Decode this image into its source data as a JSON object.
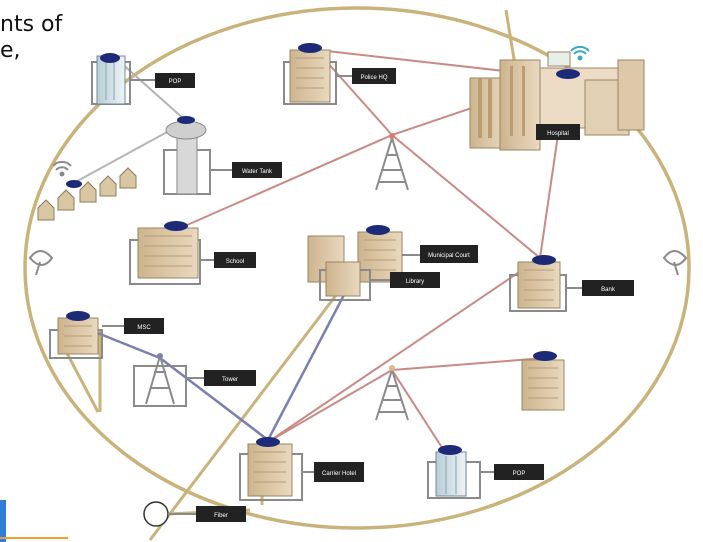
{
  "caption": {
    "line1": "nts of",
    "line2": "e,"
  },
  "labels": {
    "pop_top": "POP",
    "police_hq": "Police HQ",
    "water_tank": "Water Tank",
    "hospital": "Hospital",
    "school": "School",
    "municipal_court": "Municipal Court",
    "library": "Library",
    "bank": "Bank",
    "msc": "MSC",
    "tower": "Tower",
    "carrier_hotel": "Carrier Hotel",
    "pop_bottom": "POP",
    "fiber": "Fiber"
  },
  "colors": {
    "ring": "#c9b37a",
    "fiber": "#c9b37a",
    "red_link": "#c98a86",
    "blue_link": "#7a7fb0",
    "gray_link": "#b4b4b4",
    "accent": "#f39c34",
    "accent_blue": "#2f7fd6"
  }
}
